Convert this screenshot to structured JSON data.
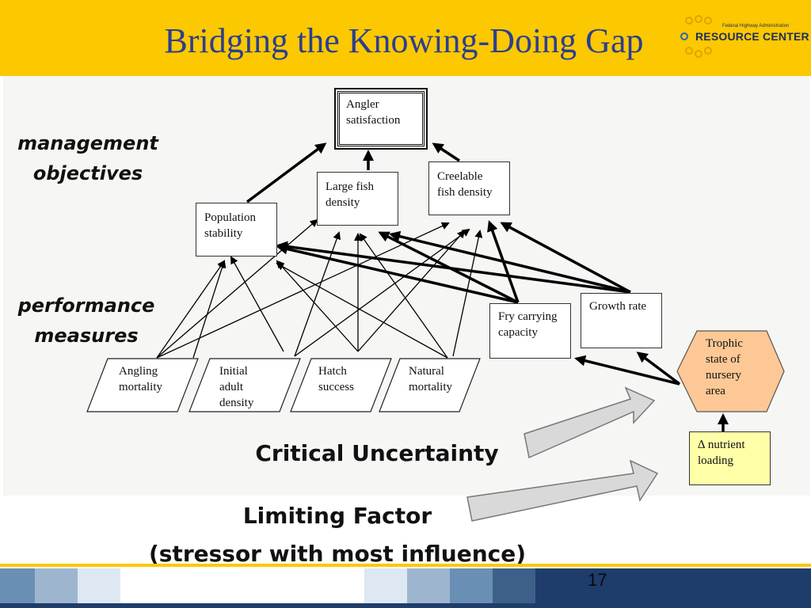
{
  "slide": {
    "title": "Bridging the Knowing-Doing Gap",
    "page_number": "17"
  },
  "logo": {
    "small_text": "Federal Highway Administration",
    "main_text": "RESOURCE CENTER"
  },
  "labels": {
    "management": "management objectives",
    "performance": "performance measures",
    "critical": "Critical Uncertainty",
    "limiting_line1": "Limiting Factor",
    "limiting_line2": "(stressor with most influence)"
  },
  "nodes": {
    "angler_satisfaction": "Angler satisfaction",
    "large_fish_density": "Large fish density",
    "creelable_fish_density": "Creelable fish density",
    "population_stability": "Population stability",
    "angling_mortality": "Angling mortality",
    "initial_adult_density": "Initial adult density",
    "hatch_success": "Hatch success",
    "natural_mortality": "Natural mortality",
    "fry_carrying_capacity": "Fry carrying capacity",
    "growth_rate": "Growth rate",
    "trophic_state": "Trophic state of nursery area",
    "nutrient_loading": "∆ nutrient loading"
  },
  "colors": {
    "header": "#fcc800",
    "title": "#2b3f8f",
    "hexagon": "#fdc896",
    "nutrient_box": "#ffffa8",
    "footer_dark": "#1e3d6b"
  }
}
